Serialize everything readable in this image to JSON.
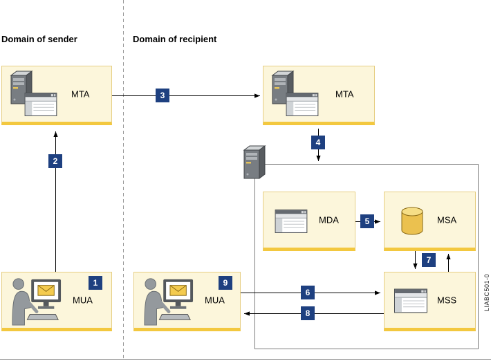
{
  "diagram": {
    "domains": {
      "sender": "Domain of sender",
      "recipient": "Domain of recipient"
    },
    "nodes": {
      "sender_mta": "MTA",
      "recipient_mta": "MTA",
      "mda": "MDA",
      "msa": "MSA",
      "mss": "MSS",
      "sender_mua": "MUA",
      "recipient_mua": "MUA"
    },
    "steps": {
      "1": "1",
      "2": "2",
      "3": "3",
      "4": "4",
      "5": "5",
      "6": "6",
      "7": "7",
      "8": "8",
      "9": "9"
    },
    "watermark": "LIABC501-0",
    "icons": {
      "server": "server-icon",
      "window": "application-window-icon",
      "database": "database-cylinder-icon",
      "user": "user-at-computer-icon"
    },
    "colors": {
      "box_fill": "#FCF6DB",
      "box_border": "#E6CE82",
      "box_border_bottom": "#F3C83F",
      "badge_bg": "#1E4080",
      "arrow": "#000000"
    }
  }
}
